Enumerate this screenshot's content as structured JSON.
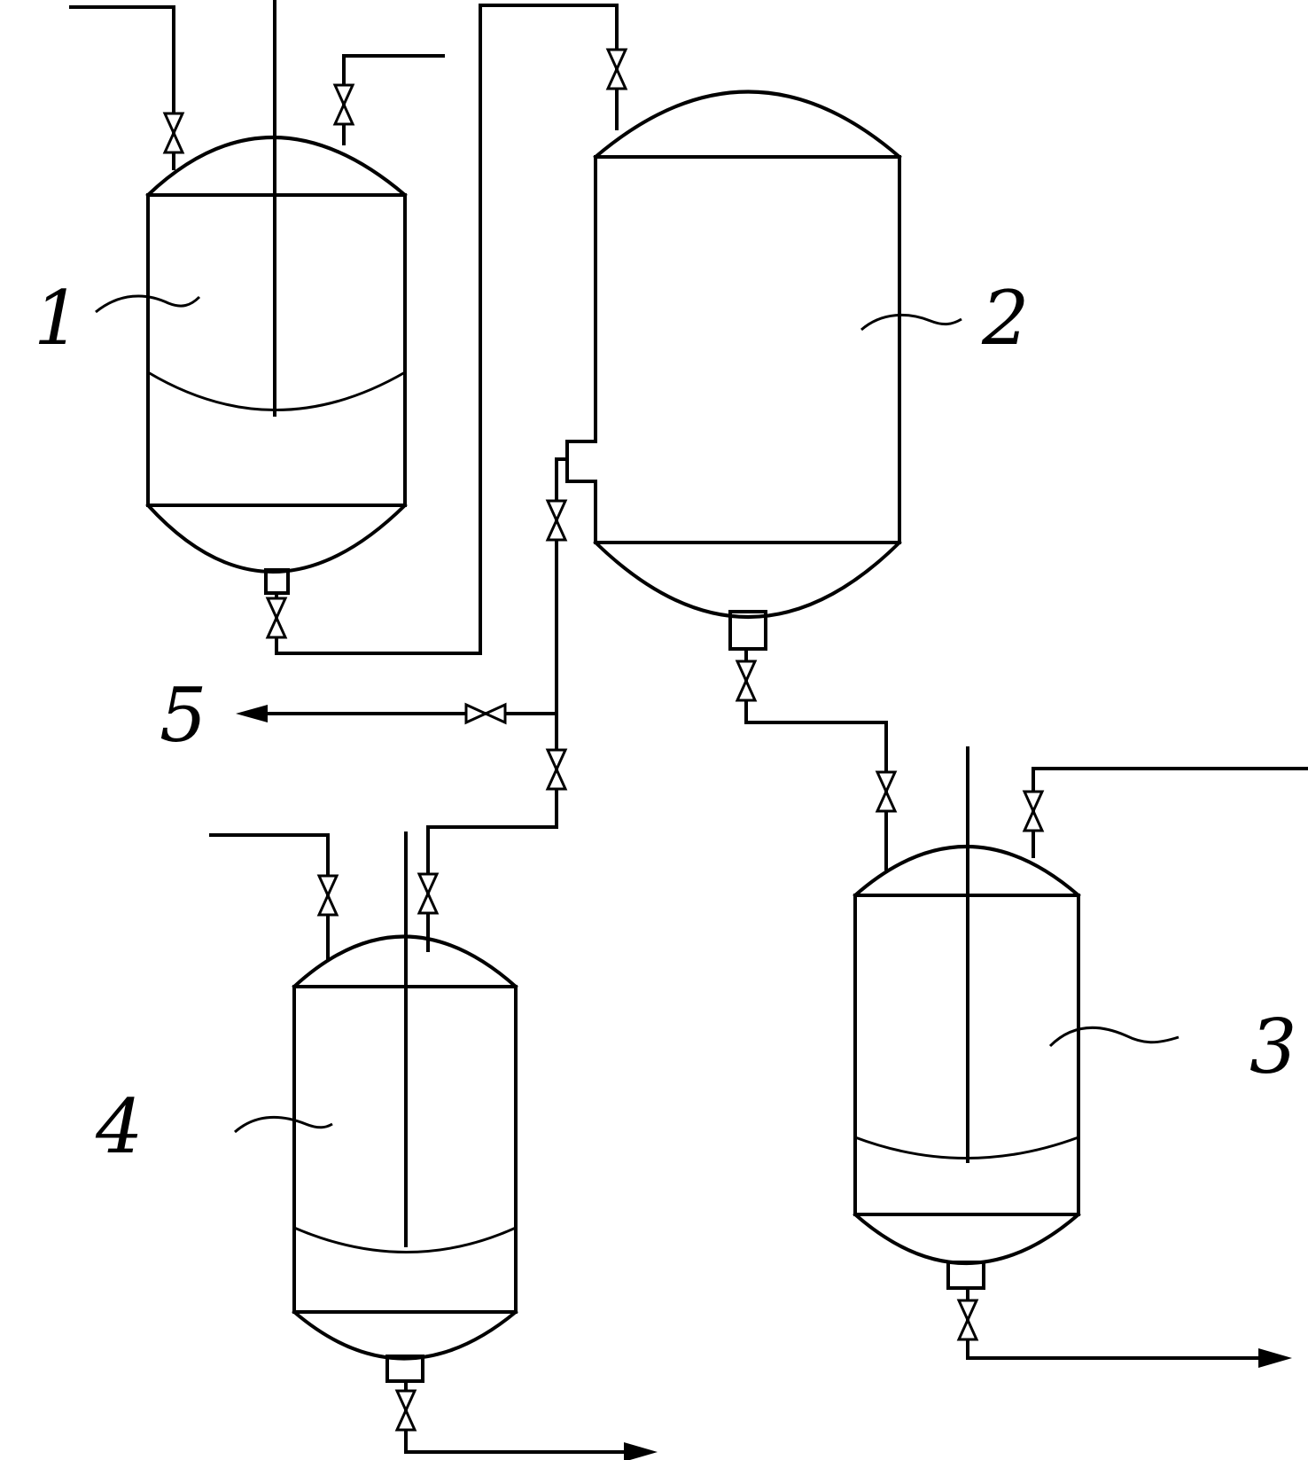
{
  "labels": {
    "vessel_1": "1",
    "vessel_2": "2",
    "vessel_3": "3",
    "vessel_4": "4",
    "outlet_5": "5"
  }
}
